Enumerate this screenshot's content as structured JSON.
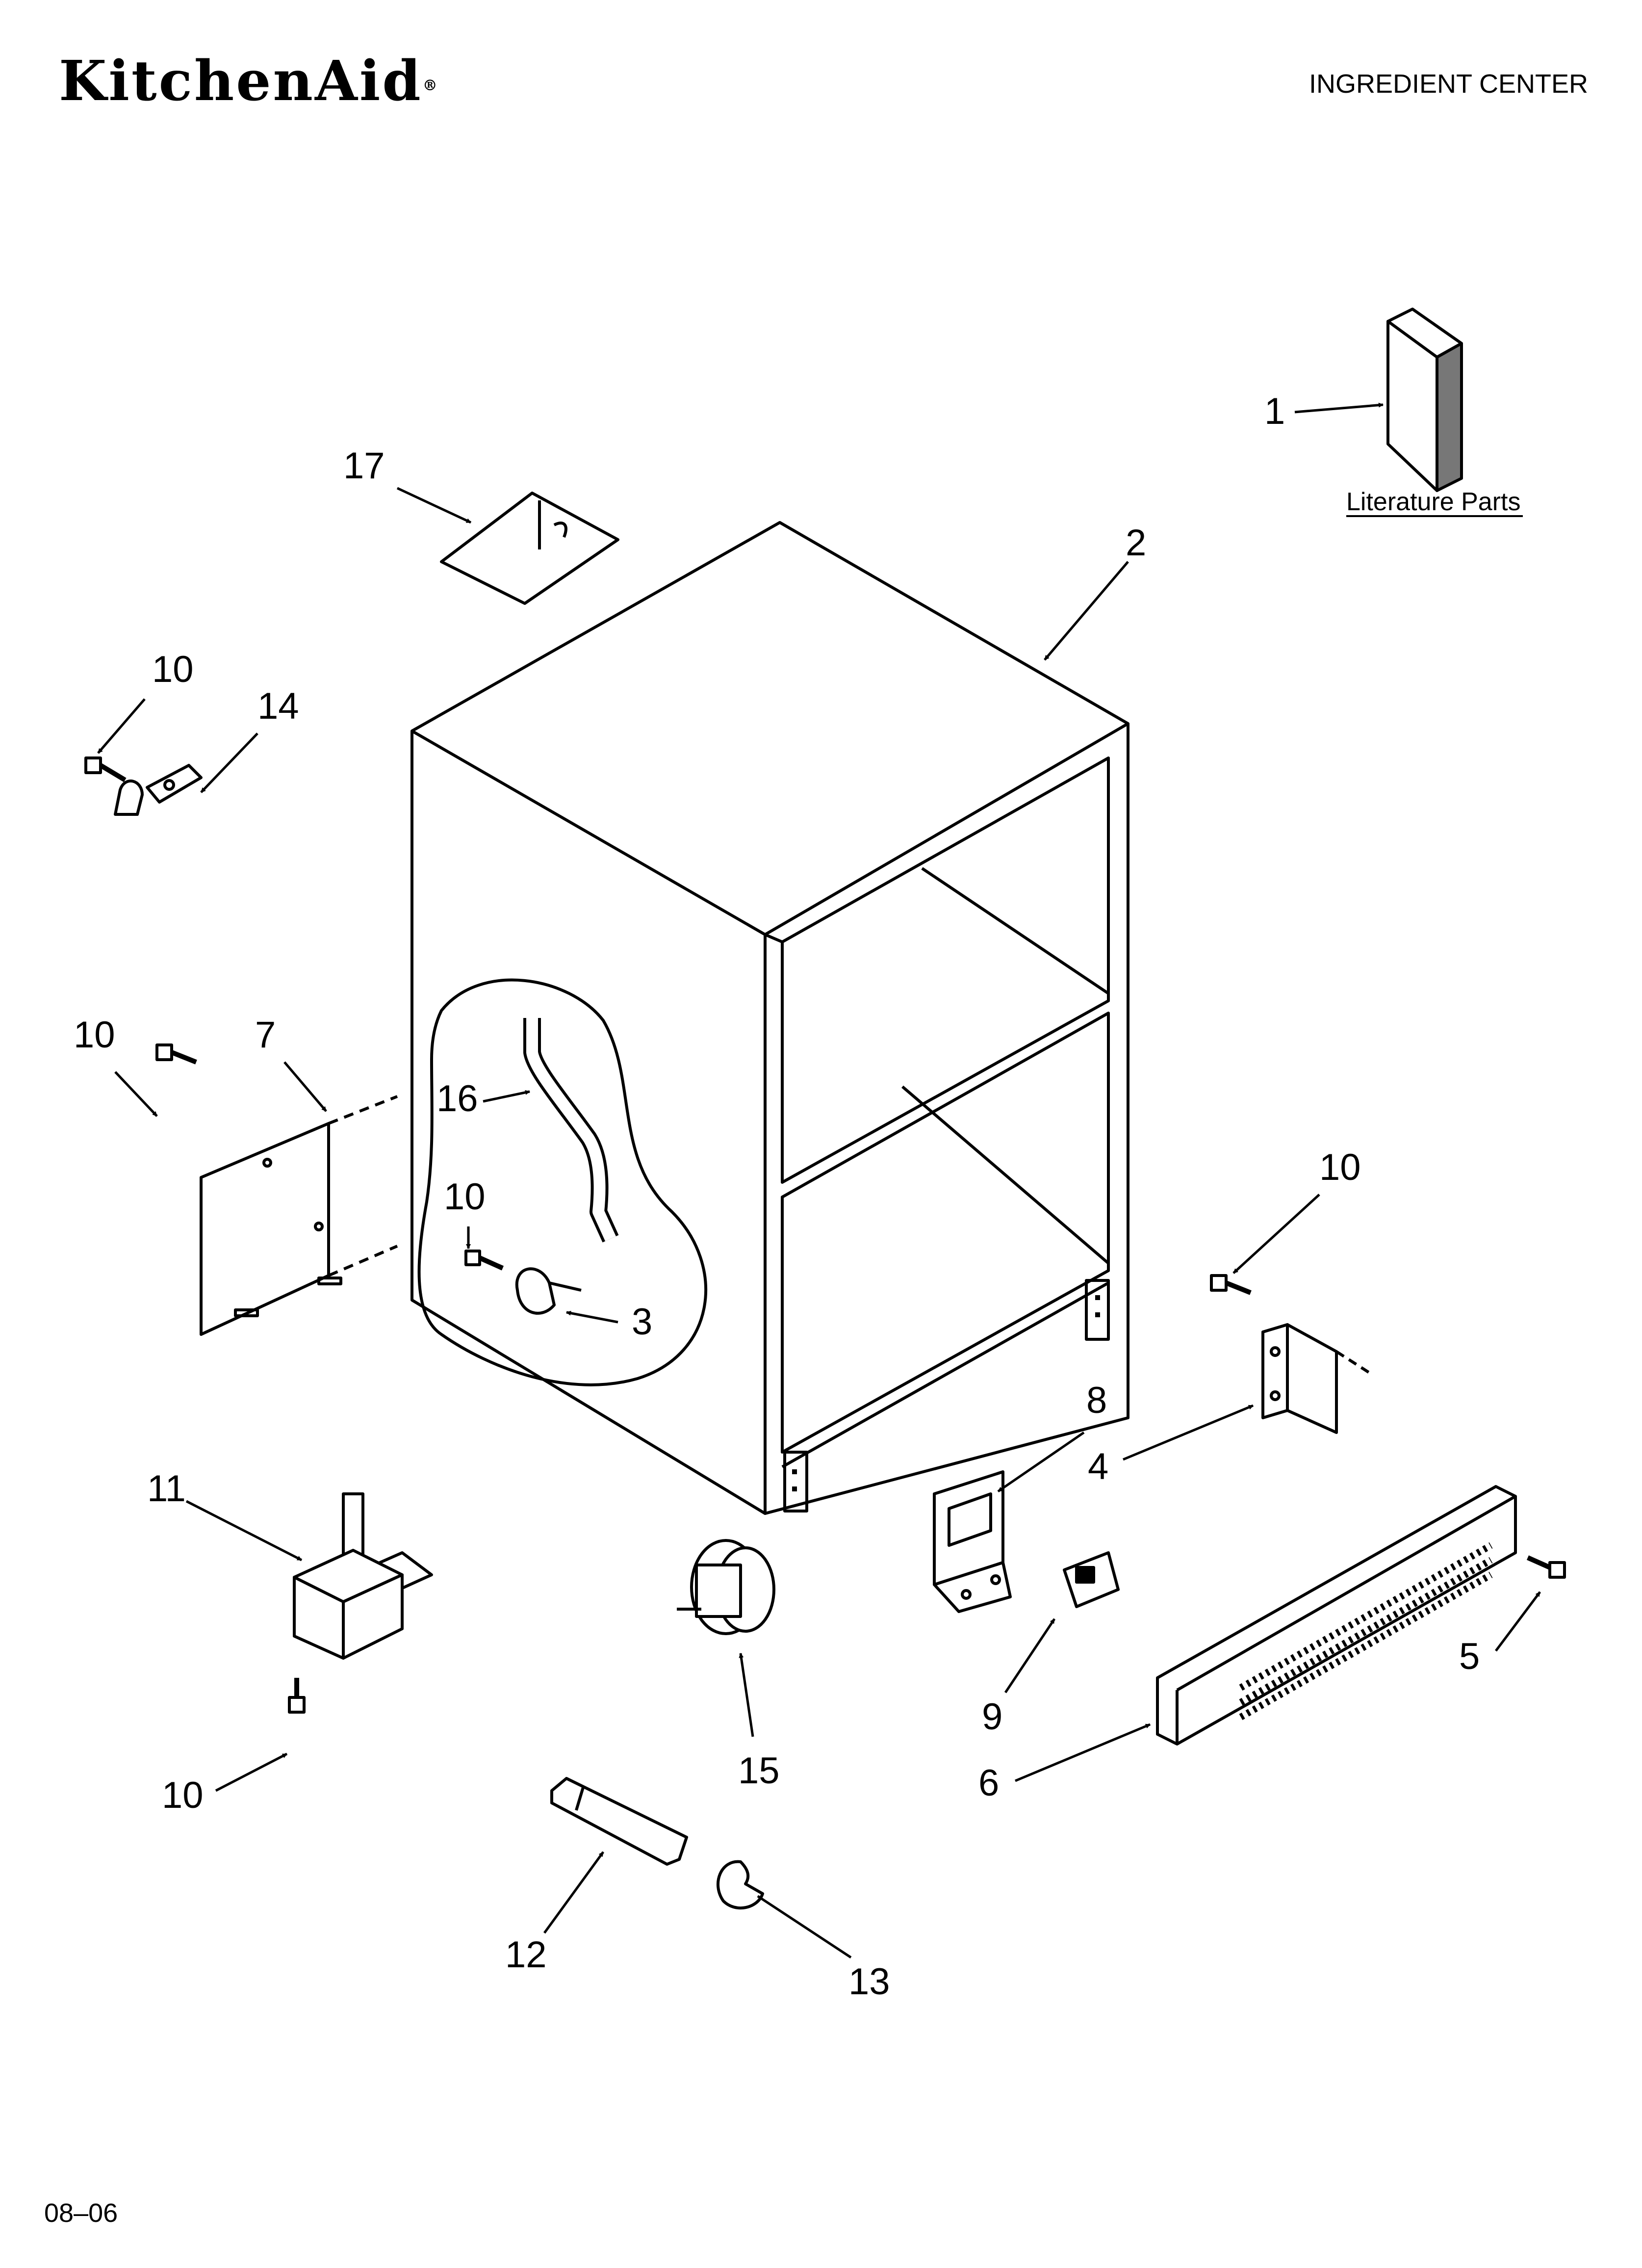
{
  "header": {
    "brand": "KitchenAid",
    "brand_reg": "®",
    "title": "INGREDIENT CENTER"
  },
  "footer": {
    "code": "08–06"
  },
  "literature": {
    "label": "Literature Parts"
  },
  "callouts": [
    {
      "id": "c1",
      "text": "1"
    },
    {
      "id": "c2",
      "text": "2"
    },
    {
      "id": "c3",
      "text": "3"
    },
    {
      "id": "c4",
      "text": "4"
    },
    {
      "id": "c5",
      "text": "5"
    },
    {
      "id": "c6",
      "text": "6"
    },
    {
      "id": "c7",
      "text": "7"
    },
    {
      "id": "c8",
      "text": "8"
    },
    {
      "id": "c9",
      "text": "9"
    },
    {
      "id": "c10a",
      "text": "10"
    },
    {
      "id": "c10b",
      "text": "10"
    },
    {
      "id": "c10c",
      "text": "10"
    },
    {
      "id": "c10d",
      "text": "10"
    },
    {
      "id": "c10e",
      "text": "10"
    },
    {
      "id": "c11",
      "text": "11"
    },
    {
      "id": "c12",
      "text": "12"
    },
    {
      "id": "c13",
      "text": "13"
    },
    {
      "id": "c14",
      "text": "14"
    },
    {
      "id": "c15",
      "text": "15"
    },
    {
      "id": "c16",
      "text": "16"
    },
    {
      "id": "c17",
      "text": "17"
    }
  ]
}
